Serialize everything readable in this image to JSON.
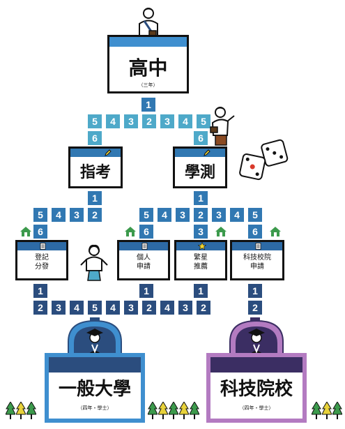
{
  "boxes": {
    "high_school": {
      "title": "高中",
      "sub": "（三年）"
    },
    "zhikao": {
      "title": "指考"
    },
    "xuece": {
      "title": "學測"
    },
    "university": {
      "title": "一般大學",
      "sub": "（四年・學士）"
    },
    "tech": {
      "title": "科技院校",
      "sub": "（四年・學士）"
    }
  },
  "cards": {
    "register": [
      "登記",
      "分發"
    ],
    "personal": [
      "個人",
      "申請"
    ],
    "star": [
      "繁星",
      "推薦"
    ],
    "tech_apply": [
      "科技校院",
      "申請"
    ]
  },
  "step_tiles": {
    "top_center": "1",
    "top_row": [
      "5",
      "4",
      "3",
      "2",
      "3",
      "4",
      "5"
    ],
    "left_six": "6",
    "right_six": "6",
    "zhikao_down": "1",
    "xuece_down": "1",
    "left_row": [
      "5",
      "4",
      "3",
      "2"
    ],
    "right_row": [
      "5",
      "4",
      "3",
      "2",
      "3",
      "4",
      "5"
    ],
    "six_a": "6",
    "six_b": "6",
    "three_mid": "3",
    "six_d": "6",
    "below_register": "1",
    "below_personal": "1",
    "below_star": "1",
    "below_tech": "1",
    "bottom_row": [
      "2",
      "3",
      "4",
      "5",
      "4",
      "3",
      "2",
      "4",
      "3",
      "2"
    ],
    "tech_down": "2"
  },
  "colors": {
    "dark_blue": "#2b4d7e",
    "mid_blue": "#3178b2",
    "light_blue": "#4ea9c9",
    "sky_blue": "#3f8fcf",
    "purple": "#b37bc1",
    "dark_purple": "#3b2e63",
    "green": "#3c9a4c",
    "tree_yellow": "#e8d23a"
  }
}
